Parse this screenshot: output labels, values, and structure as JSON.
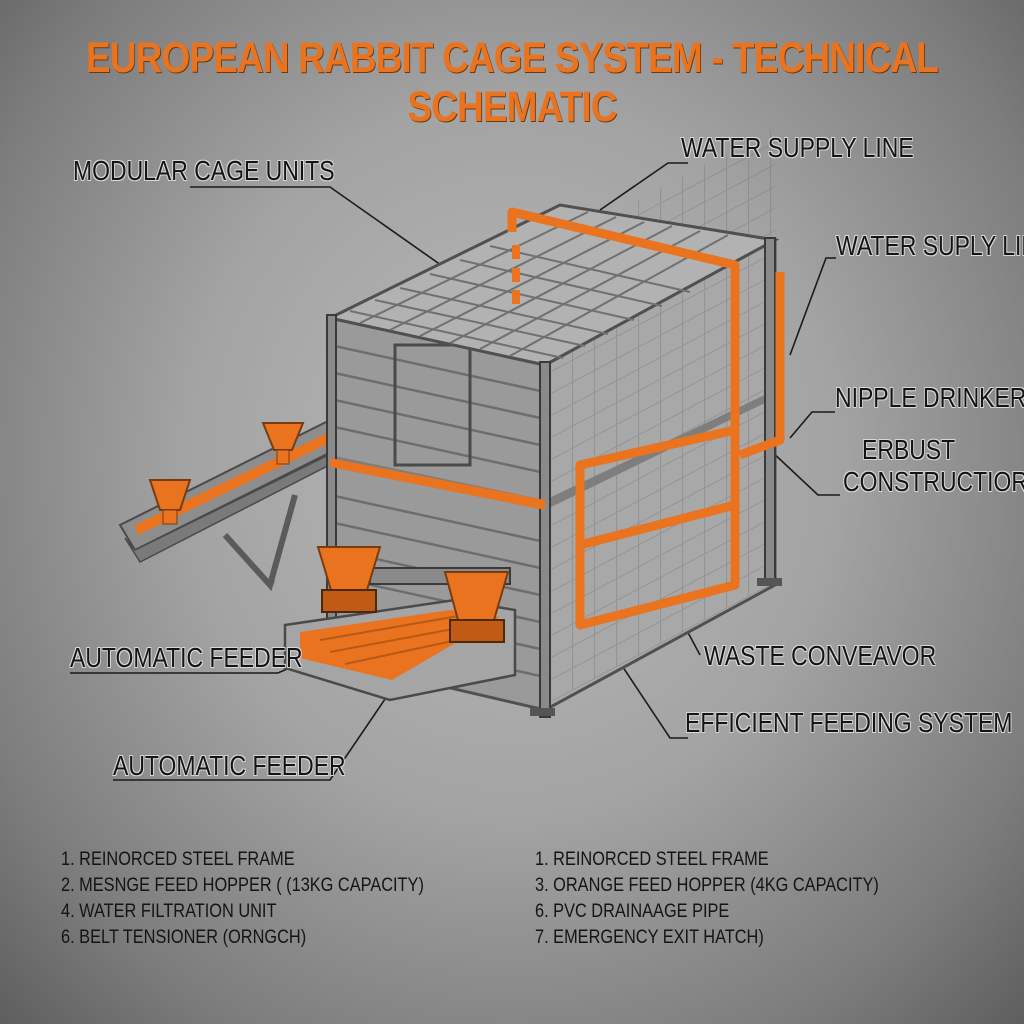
{
  "title": "EUROPEAN RABBIT CAGE SYSTEM - TECHNICAL SCHEMATIC",
  "callouts": {
    "modular_cage_units": "MODULAR CAGE UNITS",
    "water_supply_line": "WATER SUPPLY LINE",
    "water_suply_line": "WATER SUPLY LINE",
    "nipple_drinkers": "NIPPLE DRINKERS",
    "erbust_line1": "ERBUST",
    "erbust_line2": "CONSTRUCTIOR",
    "automatic_feeder_1": "AUTOMATIC FEEDER",
    "automatic_feeder_2": "AUTOMATIC FEEDER",
    "waste_conveyor": "WASTE CONVEAVOR",
    "efficient_feeding_system": "EFFICIENT FEEDING SYSTEM"
  },
  "notes": {
    "left": [
      "1. REINORCED STEEL FRAME",
      "2. MESNGE FEED HOPPER ( (13KG CAPACITY)",
      "4. WATER FILTRATION UNIT",
      "6. BELT TENSIONER (ORNGCH)"
    ],
    "right": [
      "1. REINORCED STEEL FRAME",
      "3. ORANGE FEED HOPPER (4KG CAPACITY)",
      "6. PVC DRAINAAGE PIPE",
      "7. EMERGENCY EXIT HATCH)"
    ]
  },
  "colors": {
    "accent": "#e9731f",
    "steel": "#6f6f6f",
    "text": "#141414"
  }
}
